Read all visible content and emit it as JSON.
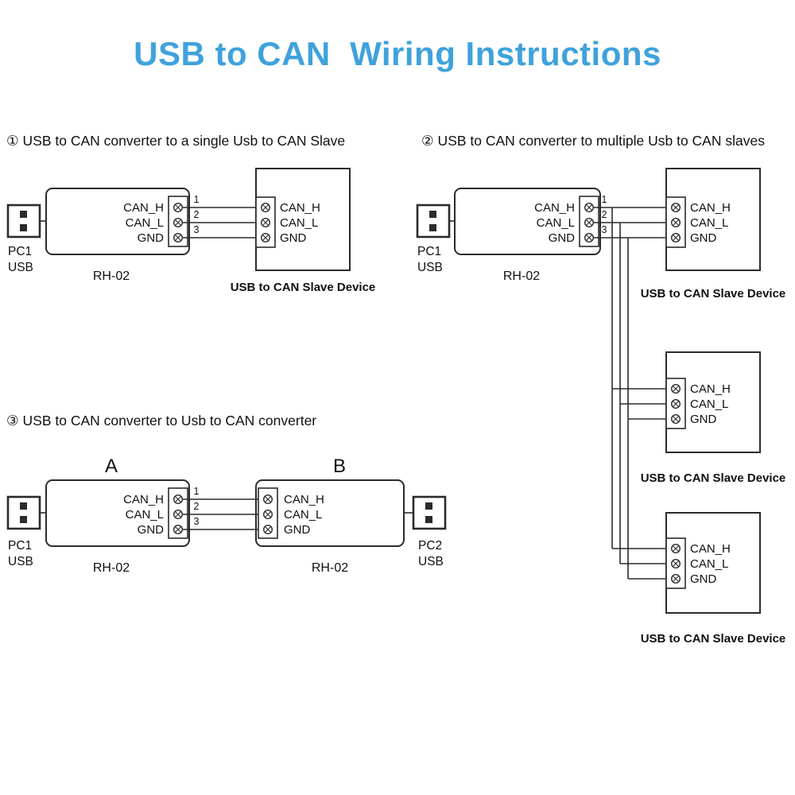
{
  "title": "USB to CAN  Wiring Instructions",
  "colors": {
    "accent": "#3fa2dc",
    "line": "#2b2b2b",
    "text": "#101010"
  },
  "section1": {
    "heading": "① USB to CAN converter to a single Usb to CAN Slave",
    "pc": "PC1",
    "usb": "USB",
    "converter": "RH-02",
    "converter_pins": [
      "CAN_H",
      "CAN_L",
      "GND"
    ],
    "wires": [
      "1",
      "2",
      "3"
    ],
    "slave": {
      "pins": [
        "CAN_H",
        "CAN_L",
        "GND"
      ],
      "caption": "USB to CAN Slave Device"
    }
  },
  "section2": {
    "heading": "② USB to CAN converter to multiple Usb to CAN slaves",
    "pc": "PC1",
    "usb": "USB",
    "converter": "RH-02",
    "converter_pins": [
      "CAN_H",
      "CAN_L",
      "GND"
    ],
    "wires": [
      "1",
      "2",
      "3"
    ],
    "slaves": [
      {
        "pins": [
          "CAN_H",
          "CAN_L",
          "GND"
        ],
        "caption": "USB to CAN Slave Device"
      },
      {
        "pins": [
          "CAN_H",
          "CAN_L",
          "GND"
        ],
        "caption": "USB to CAN Slave Device"
      },
      {
        "pins": [
          "CAN_H",
          "CAN_L",
          "GND"
        ],
        "caption": "USB to CAN Slave Device"
      }
    ]
  },
  "section3": {
    "heading": "③ USB to CAN converter to Usb to CAN converter",
    "device_a": {
      "label": "A",
      "pc": "PC1",
      "usb": "USB",
      "converter": "RH-02",
      "pins": [
        "CAN_H",
        "CAN_L",
        "GND"
      ]
    },
    "device_b": {
      "label": "B",
      "pc": "PC2",
      "usb": "USB",
      "converter": "RH-02",
      "pins": [
        "CAN_H",
        "CAN_L",
        "GND"
      ]
    },
    "wires": [
      "1",
      "2",
      "3"
    ]
  }
}
